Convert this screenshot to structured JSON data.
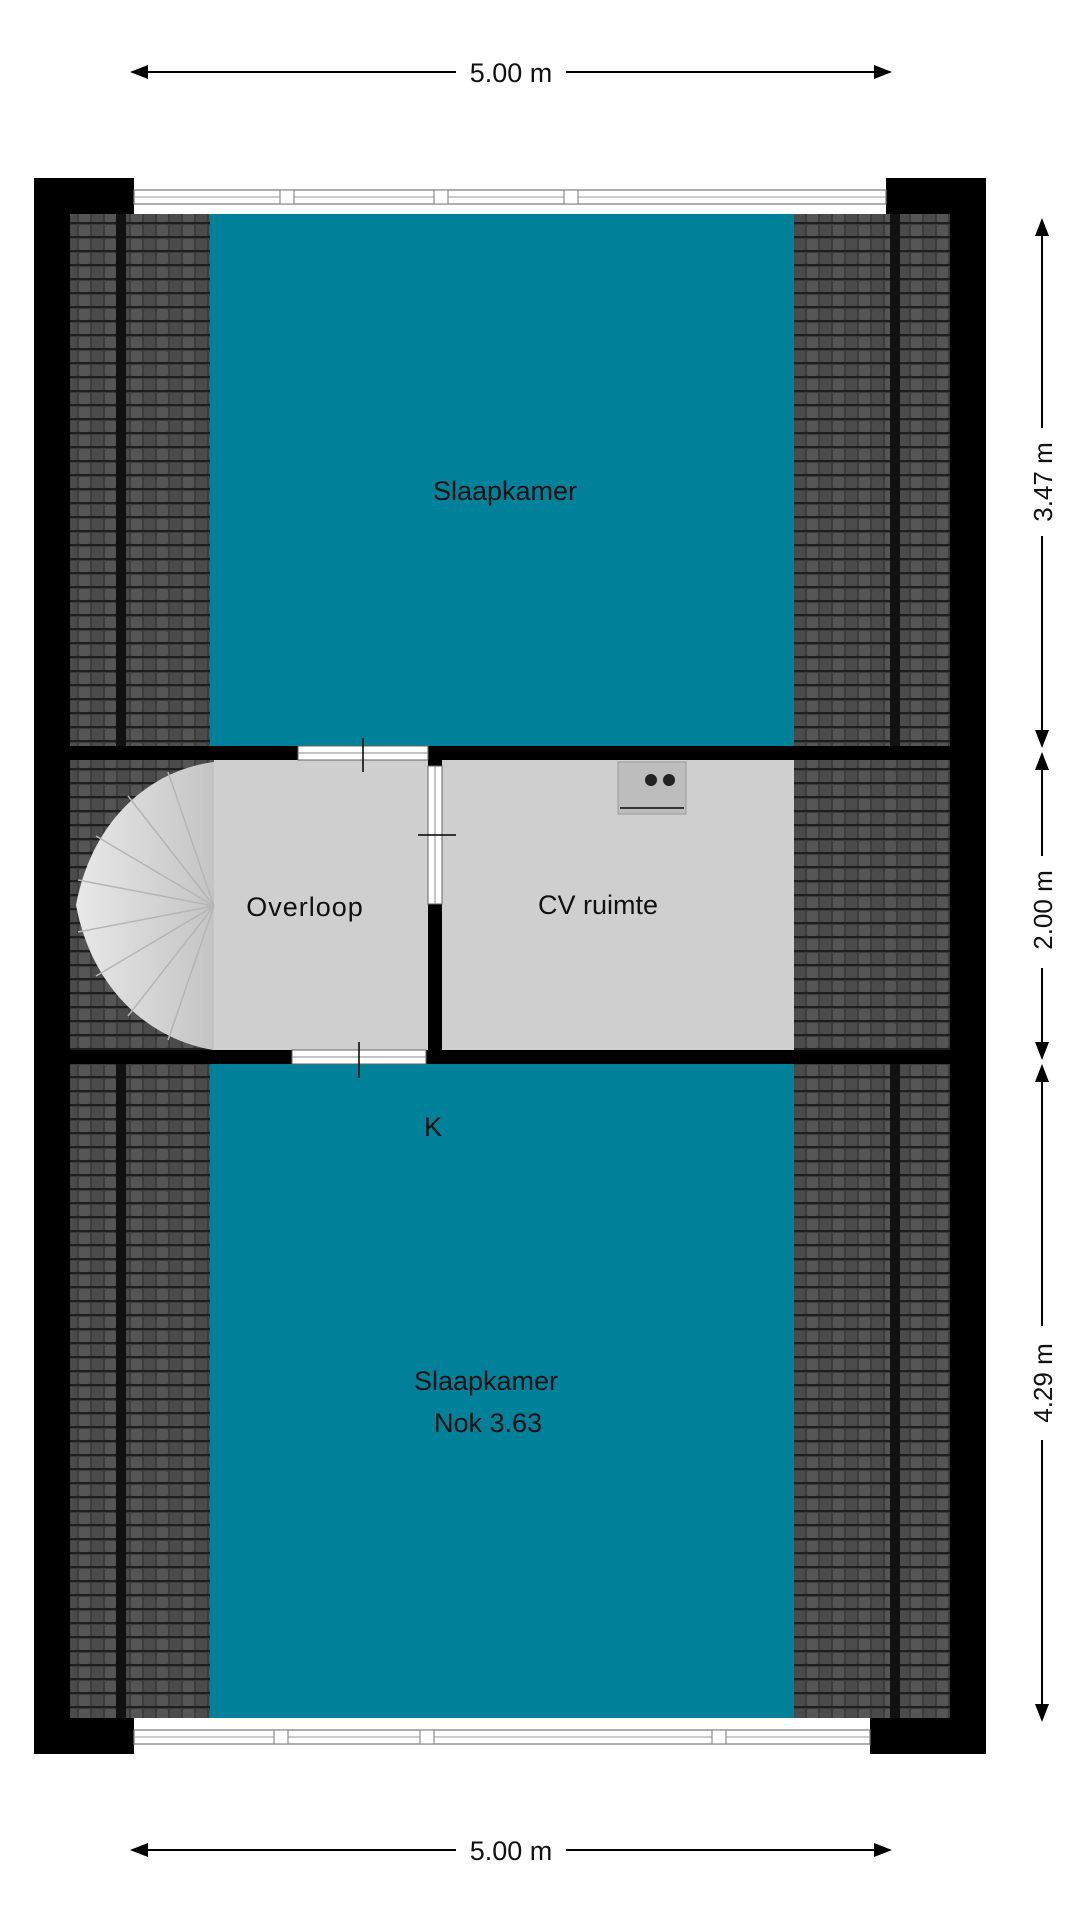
{
  "dimensions": {
    "top_width": "5.00 m",
    "bottom_width": "5.00 m",
    "right_top": "3.47 m",
    "right_middle": "2.00 m",
    "right_bottom": "4.29 m"
  },
  "rooms": {
    "top_bedroom": {
      "label": "Slaapkamer"
    },
    "landing": {
      "label": "Overloop"
    },
    "boiler_room": {
      "label": "CV ruimte"
    },
    "bottom_bedroom": {
      "label": "Slaapkamer",
      "sublabel": "Nok 3.63"
    }
  },
  "markers": {
    "k_label": "K"
  },
  "colors": {
    "bedroom_floor": "#00819a",
    "room_floor": "#cfcfcf",
    "wall": "#000000",
    "roof_tiles": "#3a3a3a"
  }
}
